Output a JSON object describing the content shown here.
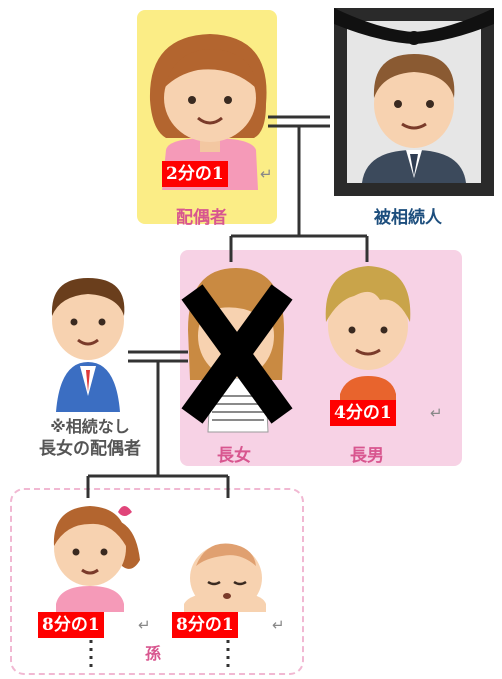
{
  "people": {
    "spouse": {
      "label": "配偶者",
      "share": "2分の1"
    },
    "deceased": {
      "label": "被相続人"
    },
    "daughter": {
      "label": "長女"
    },
    "son": {
      "label": "長男",
      "share": "4分の1"
    },
    "daughter_spouse": {
      "note_line1": "※相続なし",
      "note_line2": "長女の配偶者"
    },
    "grandchild_1": {
      "share": "8分の1"
    },
    "grandchild_2": {
      "share": "8分の1"
    }
  },
  "grandchildren_label": "孫",
  "return_mark": "↵",
  "colors": {
    "spouse_bg": "#fbed86",
    "children_bg": "#f7d2e5",
    "share_bg": "#ff0000",
    "label_pink": "#d8568f",
    "label_blue": "#1d4e7d"
  }
}
